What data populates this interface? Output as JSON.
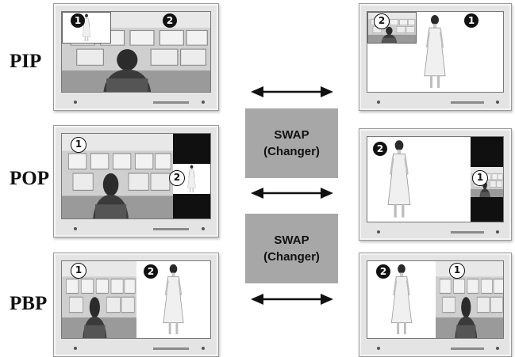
{
  "rows": [
    {
      "mode": "PIP"
    },
    {
      "mode": "POP"
    },
    {
      "mode": "PBP"
    }
  ],
  "badges": {
    "one": "1",
    "two": "2"
  },
  "swap": {
    "line1": "SWAP",
    "line2": "(Changer)"
  }
}
